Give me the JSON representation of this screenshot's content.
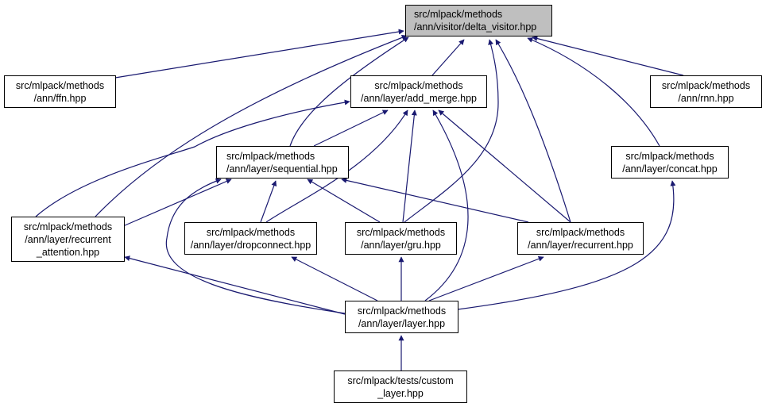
{
  "colors": {
    "edge": "#191970",
    "root_fill": "#bfbfbf",
    "node_fill": "#ffffff"
  },
  "nodes": {
    "delta_visitor": {
      "l1": "src/mlpack/methods",
      "l2": "/ann/visitor/delta_visitor.hpp"
    },
    "ffn": {
      "l1": "src/mlpack/methods",
      "l2": "/ann/ffn.hpp"
    },
    "add_merge": {
      "l1": "src/mlpack/methods",
      "l2": "/ann/layer/add_merge.hpp"
    },
    "rnn": {
      "l1": "src/mlpack/methods",
      "l2": "/ann/rnn.hpp"
    },
    "sequential": {
      "l1": "src/mlpack/methods",
      "l2": "/ann/layer/sequential.hpp"
    },
    "concat": {
      "l1": "src/mlpack/methods",
      "l2": "/ann/layer/concat.hpp"
    },
    "recurrent_attention": {
      "l1": "src/mlpack/methods",
      "l2": "/ann/layer/recurrent",
      "l3": "_attention.hpp"
    },
    "dropconnect": {
      "l1": "src/mlpack/methods",
      "l2": "/ann/layer/dropconnect.hpp"
    },
    "gru": {
      "l1": "src/mlpack/methods",
      "l2": "/ann/layer/gru.hpp"
    },
    "recurrent": {
      "l1": "src/mlpack/methods",
      "l2": "/ann/layer/recurrent.hpp"
    },
    "layer": {
      "l1": "src/mlpack/methods",
      "l2": "/ann/layer/layer.hpp"
    },
    "custom_layer": {
      "l1": "src/mlpack/tests/custom",
      "l2": "_layer.hpp"
    }
  },
  "edges": [
    [
      "ffn",
      "delta_visitor"
    ],
    [
      "recurrent_attention",
      "delta_visitor"
    ],
    [
      "sequential",
      "delta_visitor"
    ],
    [
      "add_merge",
      "delta_visitor"
    ],
    [
      "gru",
      "delta_visitor"
    ],
    [
      "recurrent",
      "delta_visitor"
    ],
    [
      "concat",
      "delta_visitor"
    ],
    [
      "rnn",
      "delta_visitor"
    ],
    [
      "recurrent_attention",
      "add_merge"
    ],
    [
      "sequential",
      "add_merge"
    ],
    [
      "dropconnect",
      "add_merge"
    ],
    [
      "gru",
      "add_merge"
    ],
    [
      "layer",
      "add_merge"
    ],
    [
      "recurrent",
      "add_merge"
    ],
    [
      "recurrent_attention",
      "sequential"
    ],
    [
      "layer",
      "sequential"
    ],
    [
      "dropconnect",
      "sequential"
    ],
    [
      "gru",
      "sequential"
    ],
    [
      "recurrent",
      "sequential"
    ],
    [
      "layer",
      "recurrent_attention"
    ],
    [
      "layer",
      "dropconnect"
    ],
    [
      "layer",
      "gru"
    ],
    [
      "layer",
      "recurrent"
    ],
    [
      "layer",
      "concat"
    ],
    [
      "custom_layer",
      "layer"
    ]
  ]
}
